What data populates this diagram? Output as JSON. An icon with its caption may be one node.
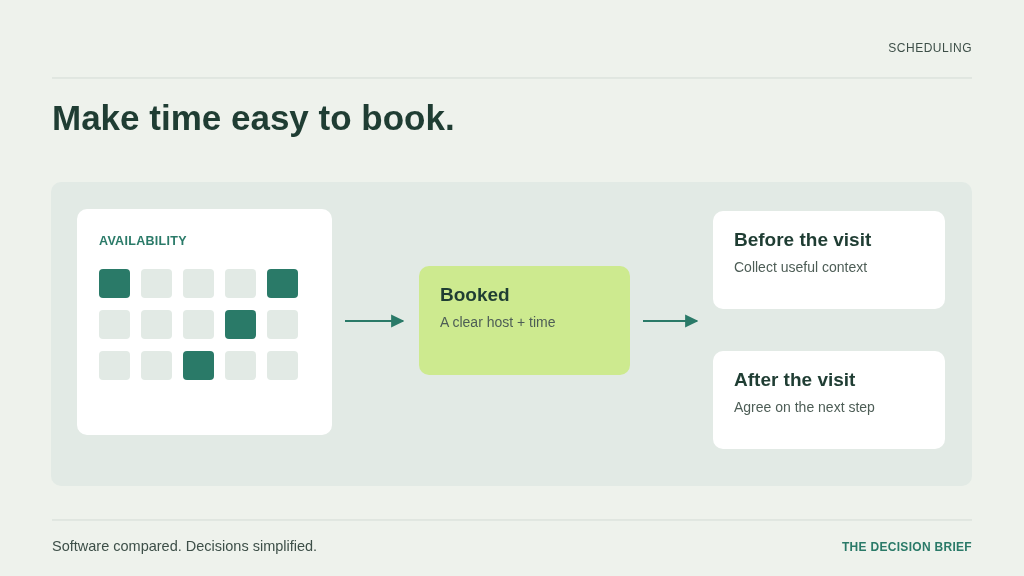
{
  "diagram": {
    "title": "Make time easy to book.",
    "nodes": [
      {
        "text": [
          "AVAILABILITY"
        ]
      },
      {
        "text": [
          "Booked",
          "A clear host + time"
        ]
      },
      {
        "text": [
          "Before the visit",
          "Collect useful context"
        ]
      },
      {
        "text": [
          "After the visit",
          "Agree on the next step"
        ]
      }
    ],
    "edges": [
      {
        "from": 0,
        "to": 1,
        "arrow": "to"
      },
      {
        "from": 1,
        "to": 2,
        "arrow": "to"
      }
    ],
    "labels": [
      "SCHEDULING",
      "Software compared. Decisions simplified.",
      "THE DECISION BRIEF"
    ]
  }
}
